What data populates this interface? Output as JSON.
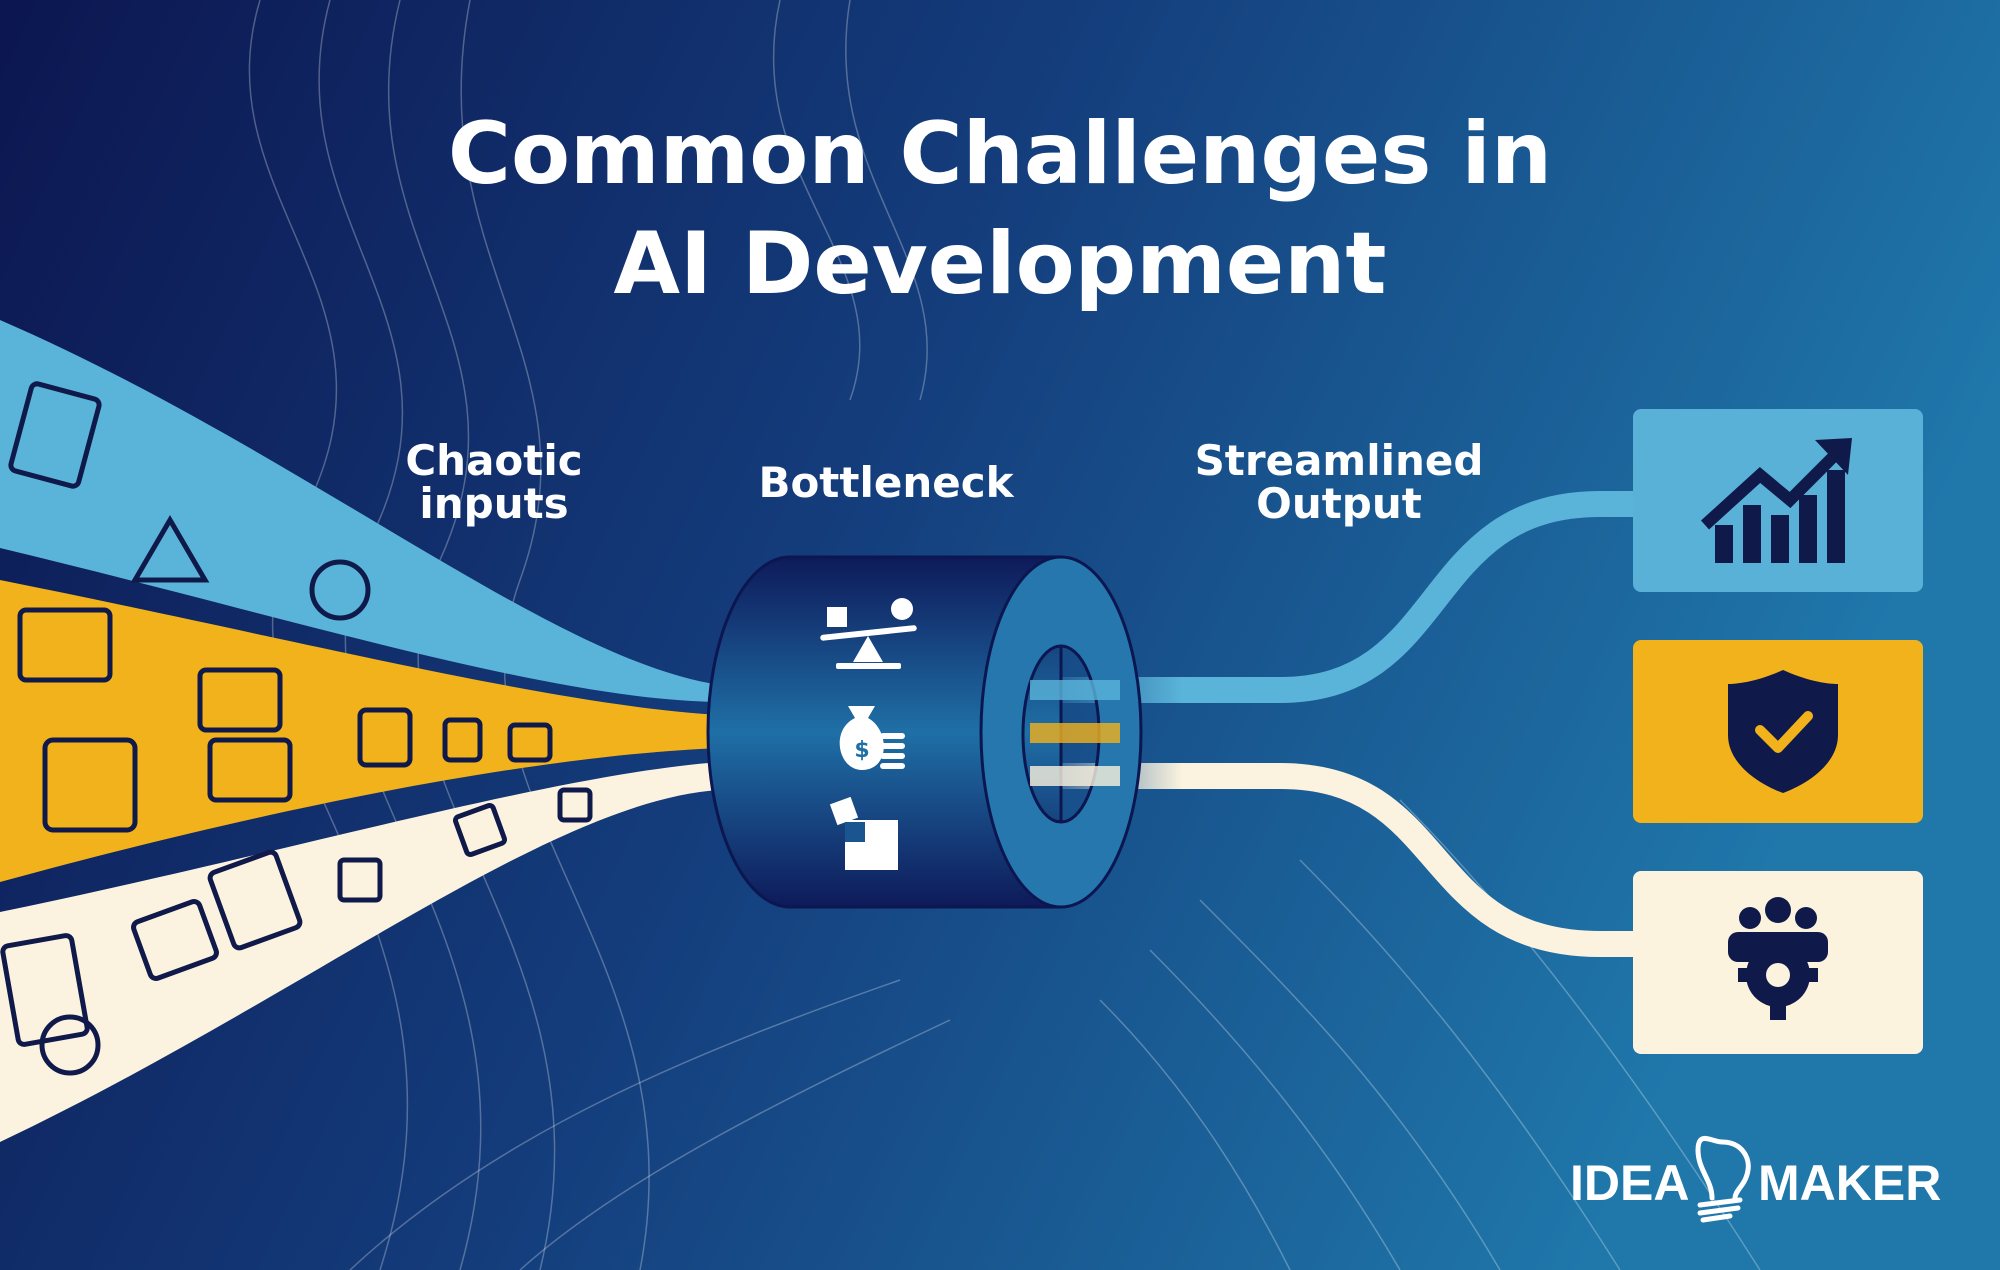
{
  "title": {
    "line1": "Common Challenges in",
    "line2": "AI Development"
  },
  "labels": {
    "chaotic_line1": "Chaotic",
    "chaotic_line2": "inputs",
    "bottleneck": "Bottleneck",
    "streamlined_line1": "Streamlined",
    "streamlined_line2": "Output"
  },
  "bottleneck_icons": [
    "balance-scale-icon",
    "money-bag-icon",
    "puzzle-pieces-icon"
  ],
  "output_boxes": [
    {
      "icon": "growth-chart-icon",
      "color": "#5ab1d7"
    },
    {
      "icon": "shield-check-icon",
      "color": "#f2b21b"
    },
    {
      "icon": "team-gear-icon",
      "color": "#fcf3df"
    }
  ],
  "streams": [
    {
      "name": "blue",
      "color": "#5ab4d9"
    },
    {
      "name": "yellow",
      "color": "#f2b21b"
    },
    {
      "name": "cream",
      "color": "#fbf3df"
    }
  ],
  "logo": {
    "left": "IDEA",
    "right": "MAKER"
  }
}
